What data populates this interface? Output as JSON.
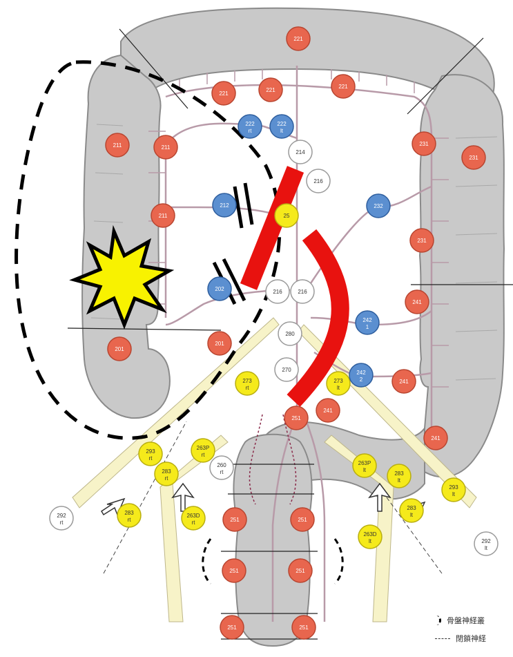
{
  "colors": {
    "organ": "#c9c9c9",
    "organ_stroke": "#8a8a8a",
    "red_node": "#e8664e",
    "blue_node": "#5b8fd0",
    "yellow_node": "#f5ea1b",
    "white_node": "#ffffff",
    "vessel": "#b89aa8",
    "nerve_band": "#f7f3c8",
    "highlight": "#e8120f",
    "burst": "#f8f200"
  },
  "nodes": [
    {
      "id": "n1",
      "label": "221",
      "type": "red"
    },
    {
      "id": "n2",
      "label": "221",
      "type": "red"
    },
    {
      "id": "n3",
      "label": "221",
      "type": "red"
    },
    {
      "id": "n4",
      "label": "221",
      "type": "red"
    },
    {
      "id": "n5",
      "label": "222",
      "sub": "rt",
      "type": "blue"
    },
    {
      "id": "n6",
      "label": "222",
      "sub": "lt",
      "type": "blue"
    },
    {
      "id": "n7",
      "label": "214",
      "type": "white"
    },
    {
      "id": "n8",
      "label": "211",
      "type": "red"
    },
    {
      "id": "n9",
      "label": "211",
      "type": "red"
    },
    {
      "id": "n10",
      "label": "211",
      "type": "red"
    },
    {
      "id": "n11",
      "label": "216",
      "type": "white"
    },
    {
      "id": "n12",
      "label": "212",
      "type": "blue"
    },
    {
      "id": "n13",
      "label": "231",
      "type": "red"
    },
    {
      "id": "n14",
      "label": "231",
      "type": "red"
    },
    {
      "id": "n15",
      "label": "232",
      "type": "blue"
    },
    {
      "id": "n16",
      "label": "231",
      "type": "red"
    },
    {
      "id": "n17",
      "label": "25",
      "type": "yellow"
    },
    {
      "id": "n18",
      "label": "202",
      "type": "blue"
    },
    {
      "id": "n19",
      "label": "216",
      "type": "white"
    },
    {
      "id": "n20",
      "label": "216",
      "type": "white"
    },
    {
      "id": "n21",
      "label": "241",
      "type": "red"
    },
    {
      "id": "n22",
      "label": "242",
      "sub": "1",
      "type": "blue"
    },
    {
      "id": "n23",
      "label": "280",
      "type": "white"
    },
    {
      "id": "n24",
      "label": "201",
      "type": "red"
    },
    {
      "id": "n25",
      "label": "201",
      "type": "red"
    },
    {
      "id": "n26",
      "label": "270",
      "type": "white"
    },
    {
      "id": "n27",
      "label": "273",
      "sub": "rt",
      "type": "yellow"
    },
    {
      "id": "n28",
      "label": "273",
      "sub": "lt",
      "type": "yellow"
    },
    {
      "id": "n29",
      "label": "242",
      "sub": "2",
      "type": "blue"
    },
    {
      "id": "n30",
      "label": "241",
      "type": "red"
    },
    {
      "id": "n31",
      "label": "241",
      "type": "red"
    },
    {
      "id": "n32",
      "label": "251",
      "type": "red"
    },
    {
      "id": "n33",
      "label": "241",
      "type": "red"
    },
    {
      "id": "n34",
      "label": "293",
      "sub": "rt",
      "type": "yellow"
    },
    {
      "id": "n35",
      "label": "263P",
      "sub": "rt",
      "type": "yellow"
    },
    {
      "id": "n36",
      "label": "283",
      "sub": "rt",
      "type": "yellow"
    },
    {
      "id": "n37",
      "label": "260",
      "sub": "rt",
      "type": "white"
    },
    {
      "id": "n38",
      "label": "263P",
      "sub": "lt",
      "type": "yellow"
    },
    {
      "id": "n39",
      "label": "283",
      "sub": "lt",
      "type": "yellow"
    },
    {
      "id": "n40",
      "label": "293",
      "sub": "lt",
      "type": "yellow"
    },
    {
      "id": "n41",
      "label": "292",
      "sub": "rt",
      "type": "white"
    },
    {
      "id": "n42",
      "label": "283",
      "sub": "rt",
      "type": "yellow"
    },
    {
      "id": "n43",
      "label": "263D",
      "sub": "rt",
      "type": "yellow"
    },
    {
      "id": "n44",
      "label": "251",
      "type": "red"
    },
    {
      "id": "n45",
      "label": "251",
      "type": "red"
    },
    {
      "id": "n46",
      "label": "283",
      "sub": "lt",
      "type": "yellow"
    },
    {
      "id": "n47",
      "label": "263D",
      "sub": "lt",
      "type": "yellow"
    },
    {
      "id": "n48",
      "label": "292",
      "sub": "lt",
      "type": "white"
    },
    {
      "id": "n49",
      "label": "251",
      "type": "red"
    },
    {
      "id": "n50",
      "label": "251",
      "type": "red"
    },
    {
      "id": "n51",
      "label": "251",
      "type": "red"
    },
    {
      "id": "n52",
      "label": "251",
      "type": "red"
    }
  ],
  "legend": {
    "pelvic_nerve": "骨盤神経叢",
    "obturator_nerve": "閉鎖神経"
  }
}
